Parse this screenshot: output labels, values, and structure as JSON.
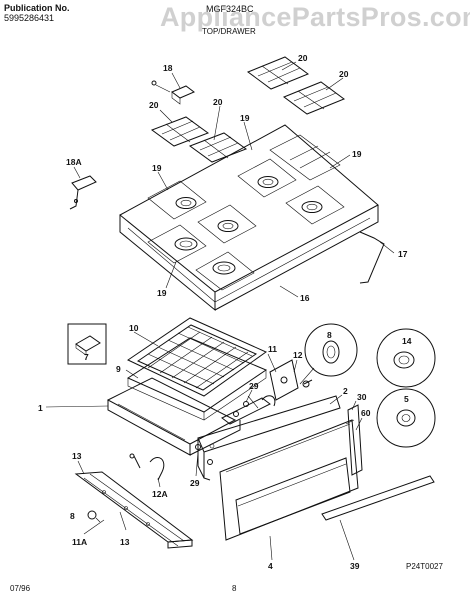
{
  "header": {
    "publication_label": "Publication No.",
    "publication_number": "5995286431",
    "model": "MGF324BC",
    "section_title": "TOP/DRAWER"
  },
  "watermark": "AppliancePartsPros.com",
  "footer": {
    "date": "07/96",
    "page_number": "8",
    "diagram_code": "P24T0027"
  },
  "parts": {
    "p18": "18",
    "p20a": "20",
    "p20b": "20",
    "p20c": "20",
    "p20d": "20",
    "p19a": "19",
    "p19b": "19",
    "p19c": "19",
    "p19d": "19",
    "p18A": "18A",
    "p17": "17",
    "p16": "16",
    "p7": "7",
    "p10": "10",
    "p9": "9",
    "p1": "1",
    "p11": "11",
    "p12": "12",
    "p8": "8",
    "p14": "14",
    "p5": "5",
    "p2": "2",
    "p30": "30",
    "p60": "60",
    "p29a": "29",
    "p29b": "29",
    "p13a": "13",
    "p13b": "13",
    "p12A": "12A",
    "p8b": "8",
    "p11A": "11A",
    "p4": "4",
    "p39": "39"
  }
}
